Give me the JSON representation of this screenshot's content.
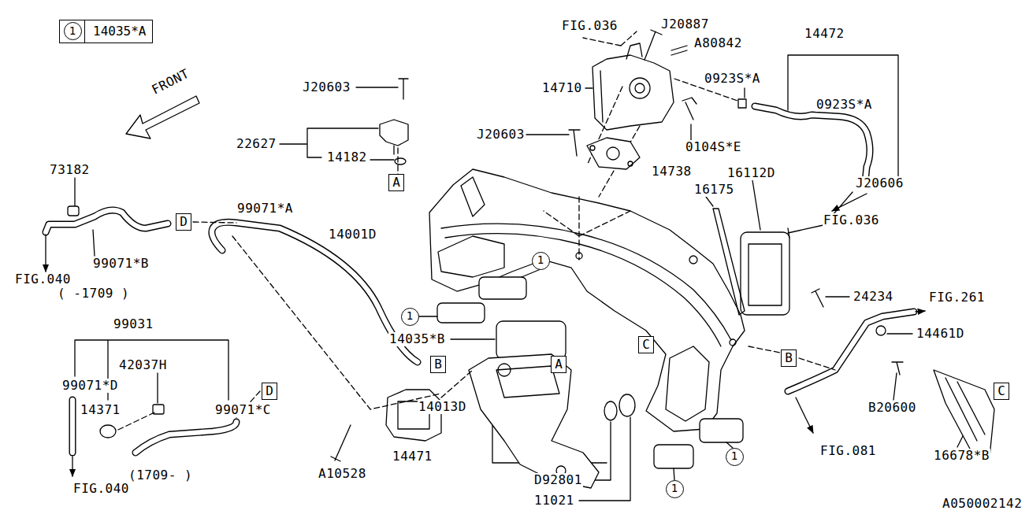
{
  "diagram": {
    "nodes": [
      {
        "text": [
          "14035*A"
        ]
      },
      {
        "text": [
          "1"
        ],
        "in": 0
      },
      {
        "text": [
          "A"
        ]
      },
      {
        "text": [
          "D"
        ]
      },
      {
        "text": [
          "1"
        ]
      },
      {
        "text": [
          "1"
        ]
      },
      {
        "text": [
          "C"
        ]
      },
      {
        "text": [
          "B"
        ]
      },
      {
        "text": [
          "B"
        ]
      },
      {
        "text": [
          "A"
        ]
      },
      {
        "text": [
          "D"
        ]
      },
      {
        "text": [
          "C"
        ]
      },
      {
        "text": [
          "1"
        ]
      },
      {
        "text": [
          "1"
        ]
      }
    ],
    "labels": [
      "FIG.036",
      "J20887",
      "A80842",
      "14472",
      "0923S*A",
      "0923S*A",
      "14710",
      "J20603",
      "FRONT",
      "22627",
      "14182",
      "J20603",
      "0104S*E",
      "14738",
      "J20606",
      "16112D",
      "16175",
      "FIG.036",
      "73182",
      "99071*A",
      "14001D",
      "99071*B",
      "FIG.040",
      "( -1709 )",
      "24234",
      "FIG.261",
      "14035*B",
      "14461D",
      "99031",
      "42037H",
      "99071*D",
      "14371",
      "99071*C",
      "B20600",
      "14013D",
      "14471",
      "A10528",
      "(1709- )",
      "FIG.040",
      "D92801",
      "11021",
      "FIG.081",
      "16678*B",
      "A050002142"
    ]
  }
}
